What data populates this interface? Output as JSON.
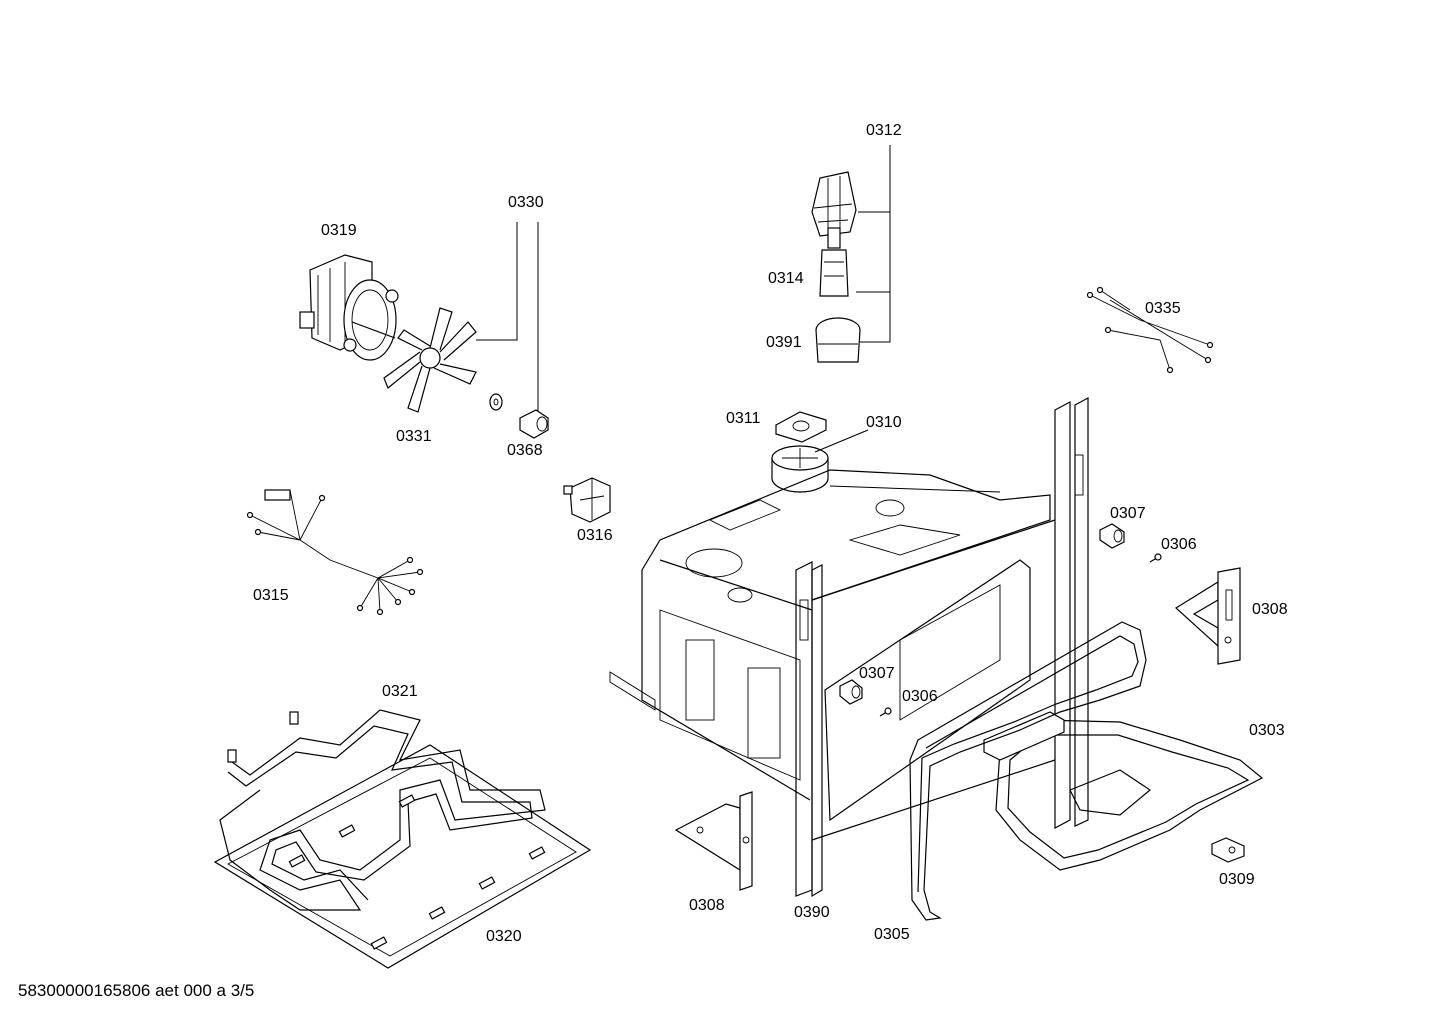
{
  "labels": {
    "p0312": "0312",
    "p0330": "0330",
    "p0319": "0319",
    "p0314": "0314",
    "p0391": "0391",
    "p0335": "0335",
    "p0331": "0331",
    "p0368": "0368",
    "p0311": "0311",
    "p0310": "0310",
    "p0316": "0316",
    "p0307a": "0307",
    "p0306a": "0306",
    "p0308a": "0308",
    "p0315": "0315",
    "p0321": "0321",
    "p0307b": "0307",
    "p0306b": "0306",
    "p0303": "0303",
    "p0308b": "0308",
    "p0390": "0390",
    "p0305": "0305",
    "p0309": "0309",
    "p0320": "0320"
  },
  "footer": {
    "doc_id": "58300000165806 aet 000 a 3/5"
  }
}
